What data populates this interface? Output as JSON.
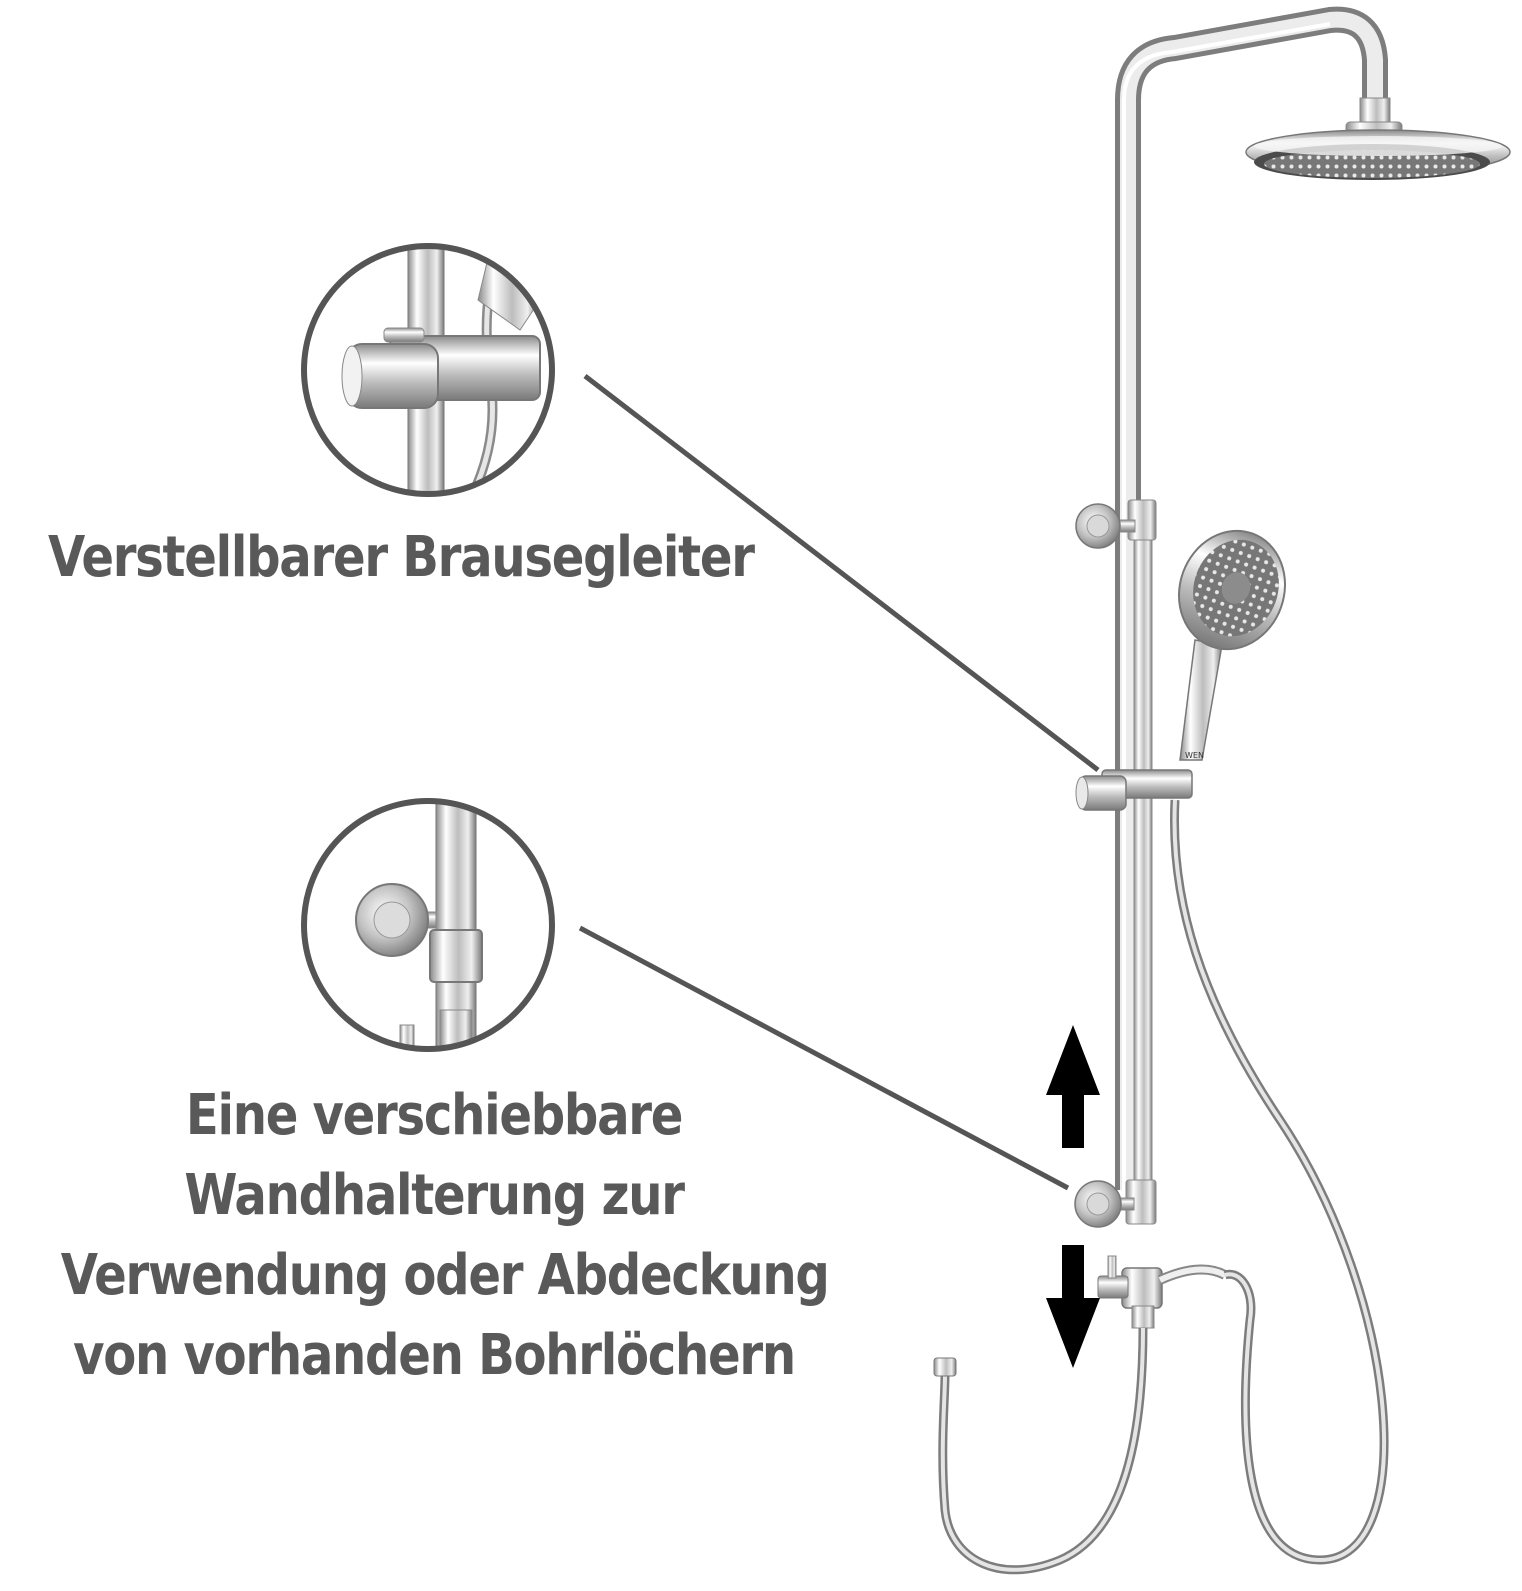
{
  "callouts": [
    {
      "label": "Verstellbarer Brausegleiter"
    },
    {
      "lines": [
        "Eine verschiebbare",
        "Wandhalterung zur",
        "Verwendung oder Abdeckung",
        "von vorhanden Bohrlöchern"
      ]
    }
  ],
  "colors": {
    "text": "#595959",
    "ring": "#555555",
    "leader": "#555555",
    "chrome": "#c9c9c9",
    "arrow": "#000000"
  },
  "brand_mark": "WEN"
}
